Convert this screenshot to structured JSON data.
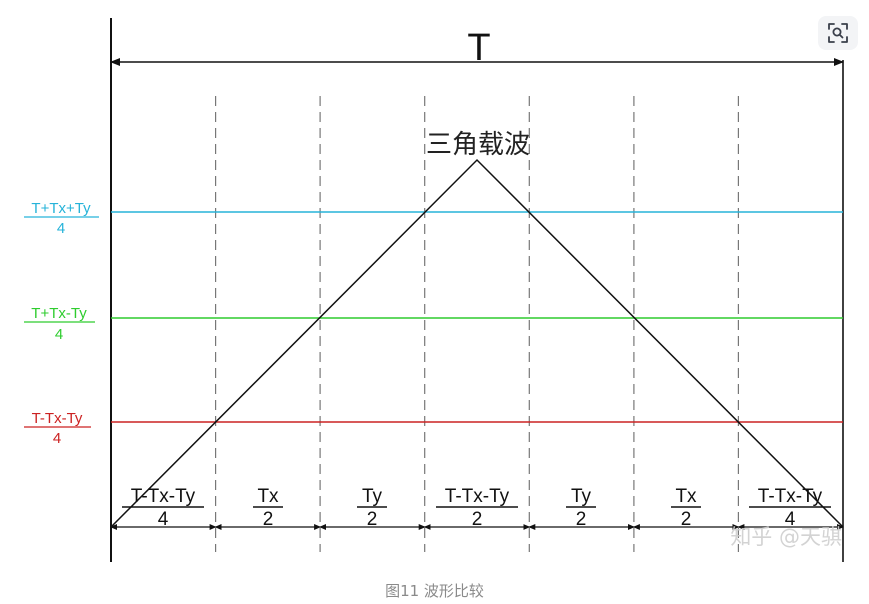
{
  "diagram": {
    "title_symbol": "T",
    "carrier_label": "三角载波",
    "levels": [
      {
        "num": "T+Tx+Ty",
        "den": "4",
        "color": "#26b3d9"
      },
      {
        "num": "T+Tx-Ty",
        "den": "4",
        "color": "#2ecc2e"
      },
      {
        "num": "T-Tx-Ty",
        "den": "4",
        "color": "#cc2222"
      }
    ],
    "intervals": [
      {
        "num": "T-Tx-Ty",
        "den": "4"
      },
      {
        "num": "Tx",
        "den": "2"
      },
      {
        "num": "Ty",
        "den": "2"
      },
      {
        "num": "T-Tx-Ty",
        "den": "2"
      },
      {
        "num": "Ty",
        "den": "2"
      },
      {
        "num": "Tx",
        "den": "2"
      },
      {
        "num": "T-Tx-Ty",
        "den": "4"
      }
    ]
  },
  "watermark": "知乎 @天骐",
  "caption": "图11 波形比较",
  "zoom_icon": "zoom-lens-icon"
}
